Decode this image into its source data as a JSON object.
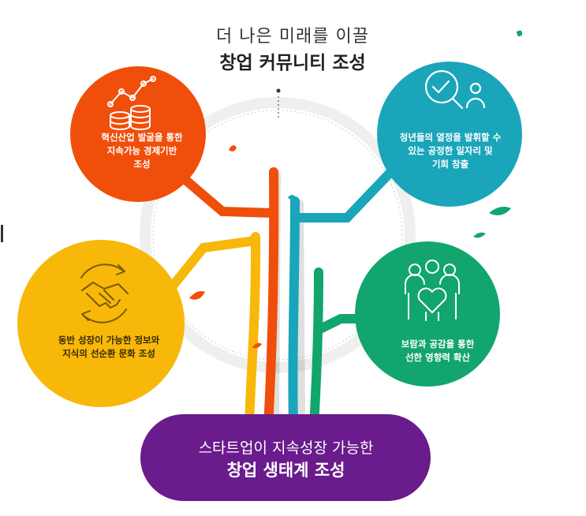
{
  "header": {
    "subtitle": "더 나은 미래를 이끌",
    "title": "창업 커뮤니티 조성"
  },
  "branches": [
    {
      "id": "economy",
      "color": "#f04e0b",
      "caption": "혁신산업 발굴을 통한\n지속가능 경제기반\n조성",
      "icon": "coins-growth-chart-icon"
    },
    {
      "id": "jobs",
      "color": "#1aa5bb",
      "caption": "청년들의 열정을 발휘할 수\n있는 공정한 일자리 및\n기회 창출",
      "icon": "magnifier-check-person-icon"
    },
    {
      "id": "knowledge",
      "color": "#f7b80a",
      "caption": "동반 성장이 가능한 정보와\n지식의 선순환 문화 조성",
      "icon": "handshake-cycle-icon"
    },
    {
      "id": "influence",
      "color": "#12a56e",
      "caption": "보람과 공감을 통한\n선한 영향력 확산",
      "icon": "people-heart-icon"
    }
  ],
  "base": {
    "color": "#6a1b8c",
    "subtitle": "스타트업이 지속성장 가능한",
    "title": "창업 생태계 조성"
  }
}
